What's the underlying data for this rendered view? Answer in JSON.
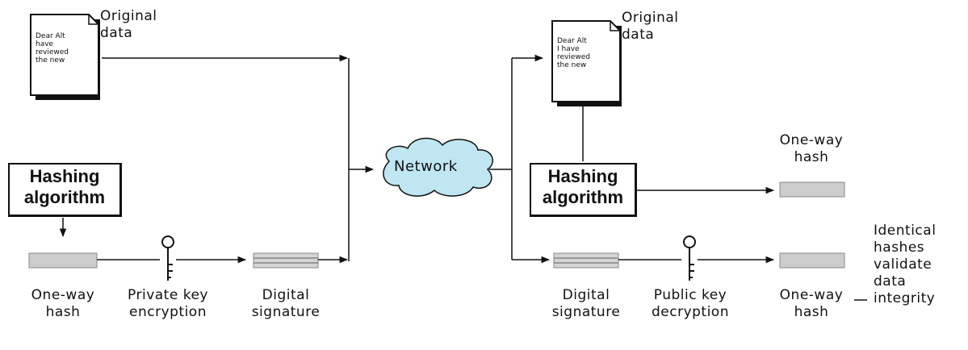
{
  "left": {
    "document_label": "Original\ndata",
    "document_text": "Dear Alt\nhave\nreviewed\nthe new",
    "hashing_algorithm": "Hashing\nalgorithm",
    "one_way_hash": "One-way\nhash",
    "private_key_encryption": "Private key\nencryption",
    "digital_signature": "Digital\nsignature"
  },
  "network": "Network",
  "right": {
    "document_label": "Original\ndata",
    "document_text": "Dear Alt\nI have\nreviewed\nthe new",
    "hashing_algorithm": "Hashing\nalgorithm",
    "one_way_hash_top": "One-way\nhash",
    "digital_signature": "Digital\nsignature",
    "public_key_decryption": "Public key\ndecryption",
    "one_way_hash_bottom": "One-way\nhash",
    "result": "Identical\nhashes\nvalidate\ndata\nintegrity"
  },
  "colors": {
    "cloud": "#bfe6f2",
    "hash_bar": "#cccccc",
    "signature_bar": "#b8b8b8",
    "line": "#111111"
  }
}
